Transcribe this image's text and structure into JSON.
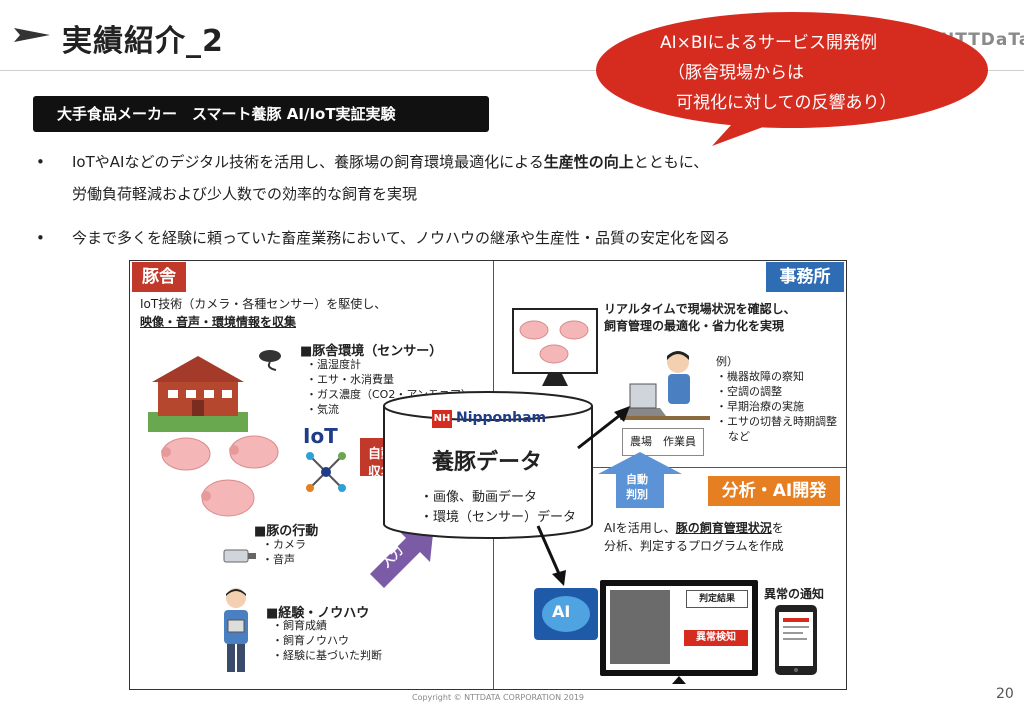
{
  "header": {
    "title": "実績紹介_2",
    "logo": "NTTDaTa"
  },
  "banner": {
    "text": "大手食品メーカー　スマート養豚 AI/IoT実証実験"
  },
  "bubble": {
    "lines": [
      "AI×BIによるサービス開発例",
      "（豚舎現場からは",
      "可視化に対しての反響あり）"
    ],
    "color": "#d62b1f"
  },
  "bullets": [
    {
      "dot": "•",
      "line1": "IoTやAIなどのデジタル技術を活用し、養豚場の飼育環境最適化による",
      "bold": "生産性の向上",
      "line1_end": "とともに、",
      "line2": "労働負荷軽減および少人数での効率的な飼育を実現"
    },
    {
      "dot": "•",
      "line1": "今まで多くを経験に頼っていた畜産業務において、ノウハウの継承や生産性・品質の安定化を図る"
    }
  ],
  "diagram": {
    "barn": {
      "tag": "豚舎",
      "intro1": "IoT技術（カメラ・各種センサー）を駆使し、",
      "intro2": "映像・音声・環境情報を収集",
      "env_title": "■豚舎環境（センサー）",
      "env_items": [
        "・温湿度計",
        "・エサ・水消費量",
        "・ガス濃度（CO2・アンモニア）",
        "・気流"
      ],
      "behavior_title": "■豚の行動",
      "behavior_items": [
        "・カメラ",
        "・音声"
      ],
      "knowhow_title": "■経験・ノウハウ",
      "knowhow_items": [
        "・飼育成績",
        "・飼育ノウハウ",
        "・経験に基づいた判断"
      ],
      "iot_label": "IoT"
    },
    "arrows": {
      "auto_collect": [
        "自動",
        "収集"
      ],
      "input": "入力",
      "auto_judge": [
        "自動",
        "判別"
      ]
    },
    "database": {
      "brand": "Nipponham",
      "brand_mark": "NH",
      "title": "養豚データ",
      "items": [
        "・画像、動画データ",
        "・環境（センサー）データ"
      ]
    },
    "office": {
      "tag": "事務所",
      "desc1": "リアルタイムで現場状況を確認し、",
      "desc2": "飼育管理の最適化・省力化を実現",
      "example_title": "例）",
      "example_items": [
        "・機器故障の察知",
        "・空調の調整",
        "・早期治療の実施",
        "・エサの切替え時期調整",
        "など"
      ],
      "worker_label": "農場　作業員"
    },
    "analysis": {
      "tag": "分析・AI開発",
      "desc1_pre": "AIを活用し、",
      "desc1_bold": "豚の飼育管理状況",
      "desc1_post": "を",
      "desc2": "分析、判定するプログラムを作成",
      "ai_label": "AI",
      "result_title": "判定結果",
      "anomaly": "異常検知",
      "notify": "異常の通知"
    }
  },
  "footer": {
    "copyright": "Copyright © NTTDATA CORPORATION 2019",
    "page": "20"
  }
}
